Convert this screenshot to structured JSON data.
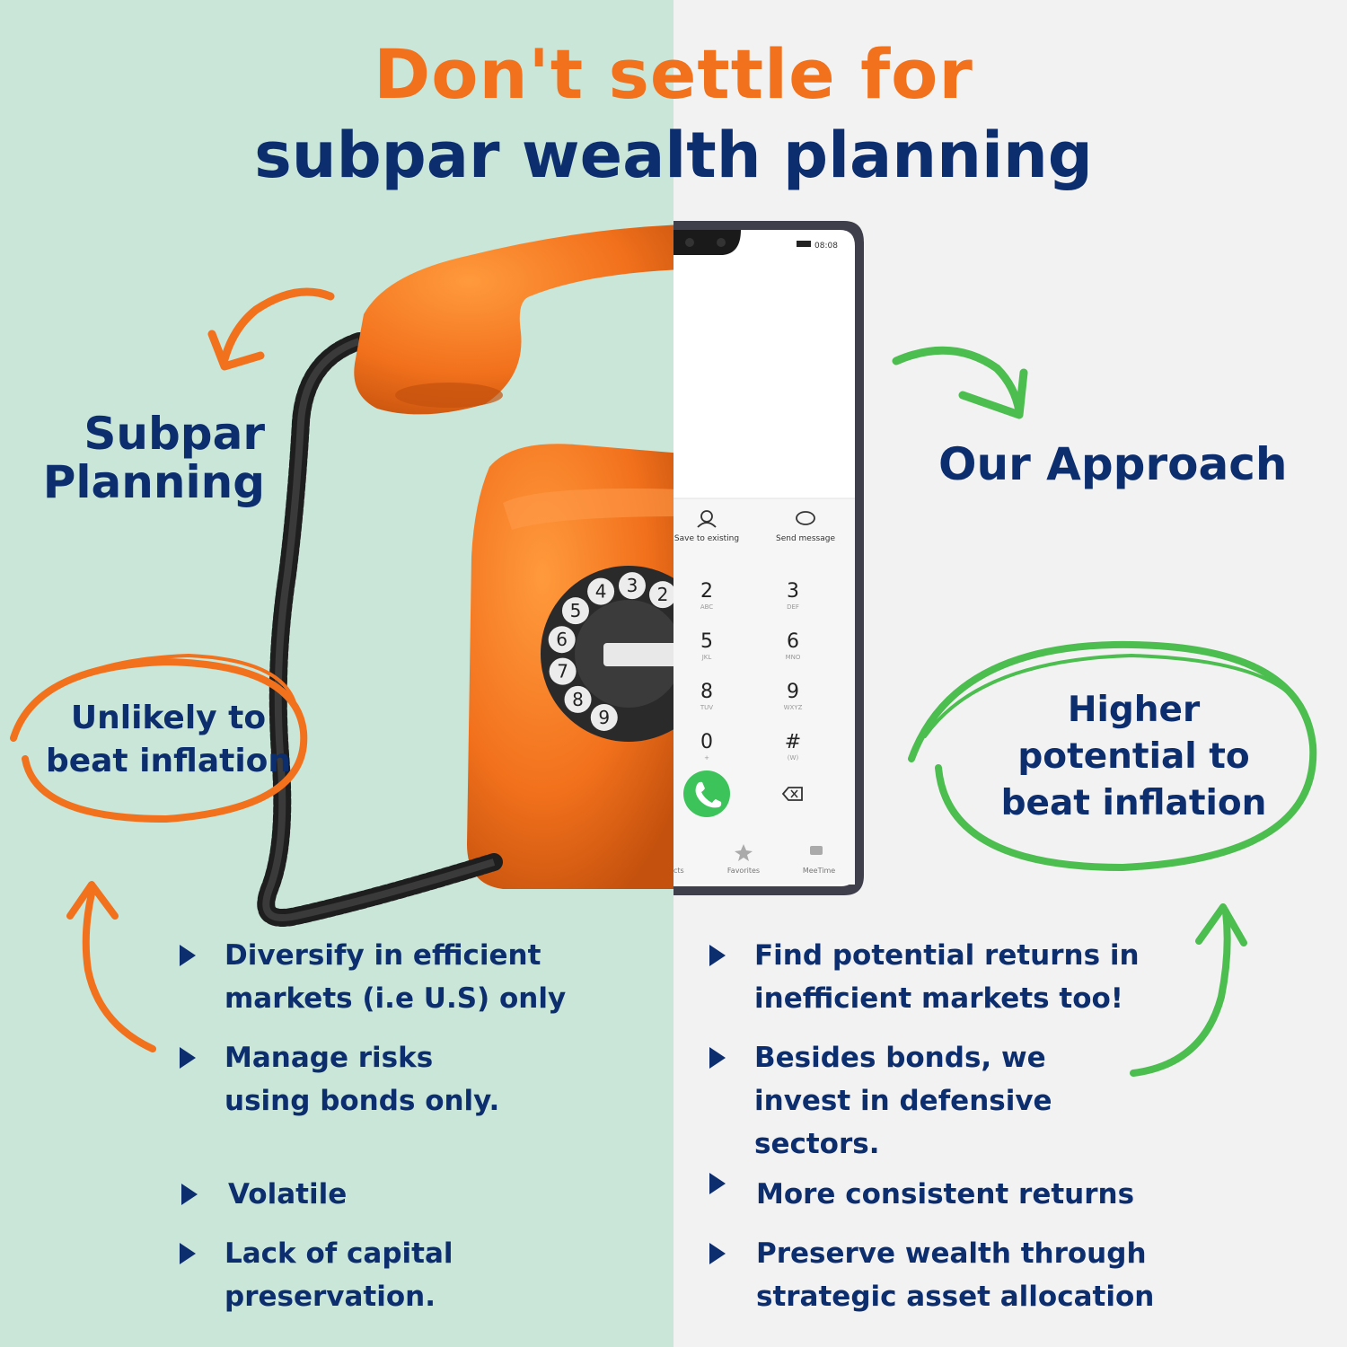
{
  "colors": {
    "left_bg": "#c9e6d9",
    "right_bg": "#f2f2f2",
    "orange": "#f2711c",
    "navy": "#0d2e6e",
    "green": "#4cbd4f"
  },
  "title": {
    "line1": "Don't settle for",
    "line2": "subpar wealth planning"
  },
  "left": {
    "heading": "Subpar Planning",
    "oval_text": "Unlikely to beat inflation",
    "bullets": [
      "Diversify in efficient\nmarkets (i.e U.S) only",
      "Manage risks\nusing bonds only.",
      "Volatile",
      "Lack of capital\npreservation."
    ]
  },
  "right": {
    "heading": "Our Approach",
    "oval_text": "Higher potential to beat inflation",
    "bullets": [
      "Find potential returns in\ninefficient markets too!",
      "Besides bonds, we\ninvest in defensive\nsectors.",
      "More consistent returns",
      "Preserve wealth through\nstrategic asset allocation"
    ]
  },
  "phone": {
    "time": "08:08",
    "actions": [
      "Save to existing",
      "Send message"
    ],
    "keys": [
      {
        "digit": "2",
        "letters": "ABC"
      },
      {
        "digit": "3",
        "letters": "DEF"
      },
      {
        "digit": "5",
        "letters": "JKL"
      },
      {
        "digit": "6",
        "letters": "MNO"
      },
      {
        "digit": "8",
        "letters": "TUV"
      },
      {
        "digit": "9",
        "letters": "WXYZ"
      },
      {
        "digit": "0",
        "letters": "+"
      },
      {
        "digit": "#",
        "letters": "(W)"
      }
    ],
    "tabs": [
      "cts",
      "Favorites",
      "MeeTime"
    ]
  },
  "rotary_digits": [
    "2",
    "3",
    "4",
    "5",
    "6",
    "7",
    "8",
    "9"
  ]
}
